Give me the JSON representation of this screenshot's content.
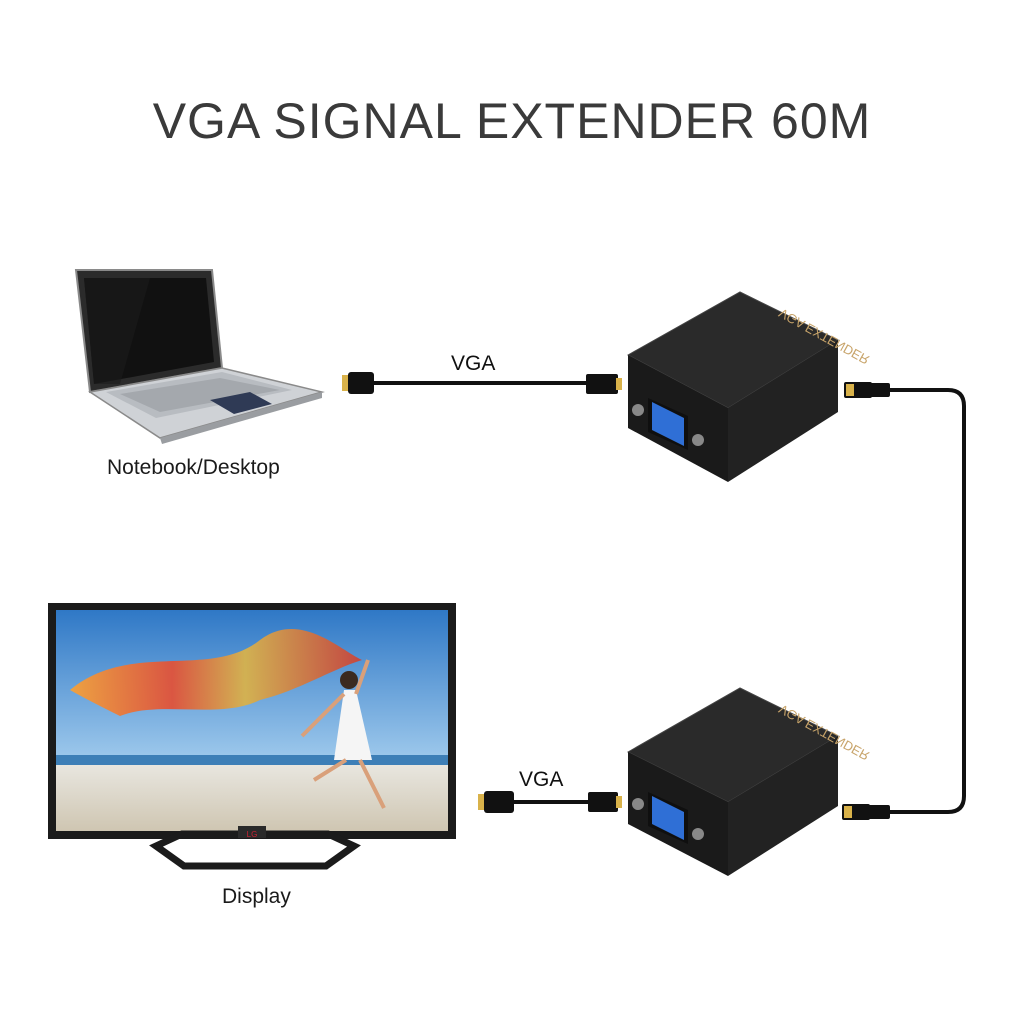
{
  "title": "VGA SIGNAL EXTENDER 60M",
  "devices": {
    "source_label": "Notebook/Desktop",
    "display_label": "Display",
    "display_brand": "LG"
  },
  "cables": {
    "top_label": "VGA",
    "bottom_label": "VGA"
  },
  "extenders": {
    "top_text": "VGA EXTENDER",
    "bottom_text": "VGA EXTENDER"
  },
  "colors": {
    "cable": "#111111",
    "connector_tip": "#d9b24a",
    "extender_body": "#1e1e1e",
    "extender_text": "#c8a46a",
    "vga_port": "#2f6fd6"
  }
}
